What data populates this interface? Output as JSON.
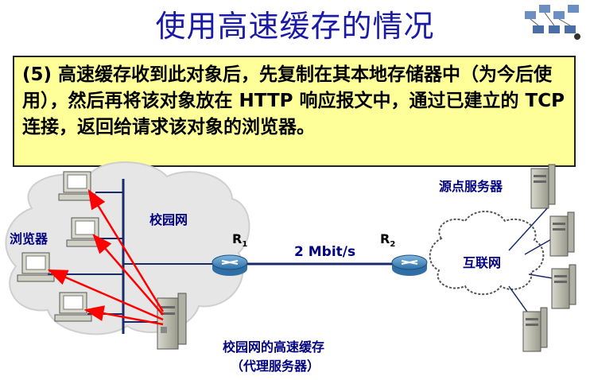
{
  "title": "使用高速缓存的情况",
  "description": "(5) 高速缓存收到此对象后，先复制在其本地存储器中（为今后使用），然后再将该对象放在 HTTP 响应报文中，通过已建立的 TCP 连接，返回给请求该对象的浏览器。",
  "labels": {
    "campus_net": "校园网",
    "browser": "浏览器",
    "router1": "R",
    "router1_sub": "1",
    "router2": "R",
    "router2_sub": "2",
    "link_speed": "2 Mbit/s",
    "internet": "互联网",
    "origin_server": "源点服务器",
    "cache_line1": "校园网的高速缓存",
    "cache_line2": "（代理服务器）"
  },
  "colors": {
    "title": "#1a1aa6",
    "textbox_bg": "#ffff99",
    "arrow": "#ff0000",
    "label_blue": "#000080",
    "cloud": "#e6e6e6",
    "router": "#4a8fc4"
  }
}
